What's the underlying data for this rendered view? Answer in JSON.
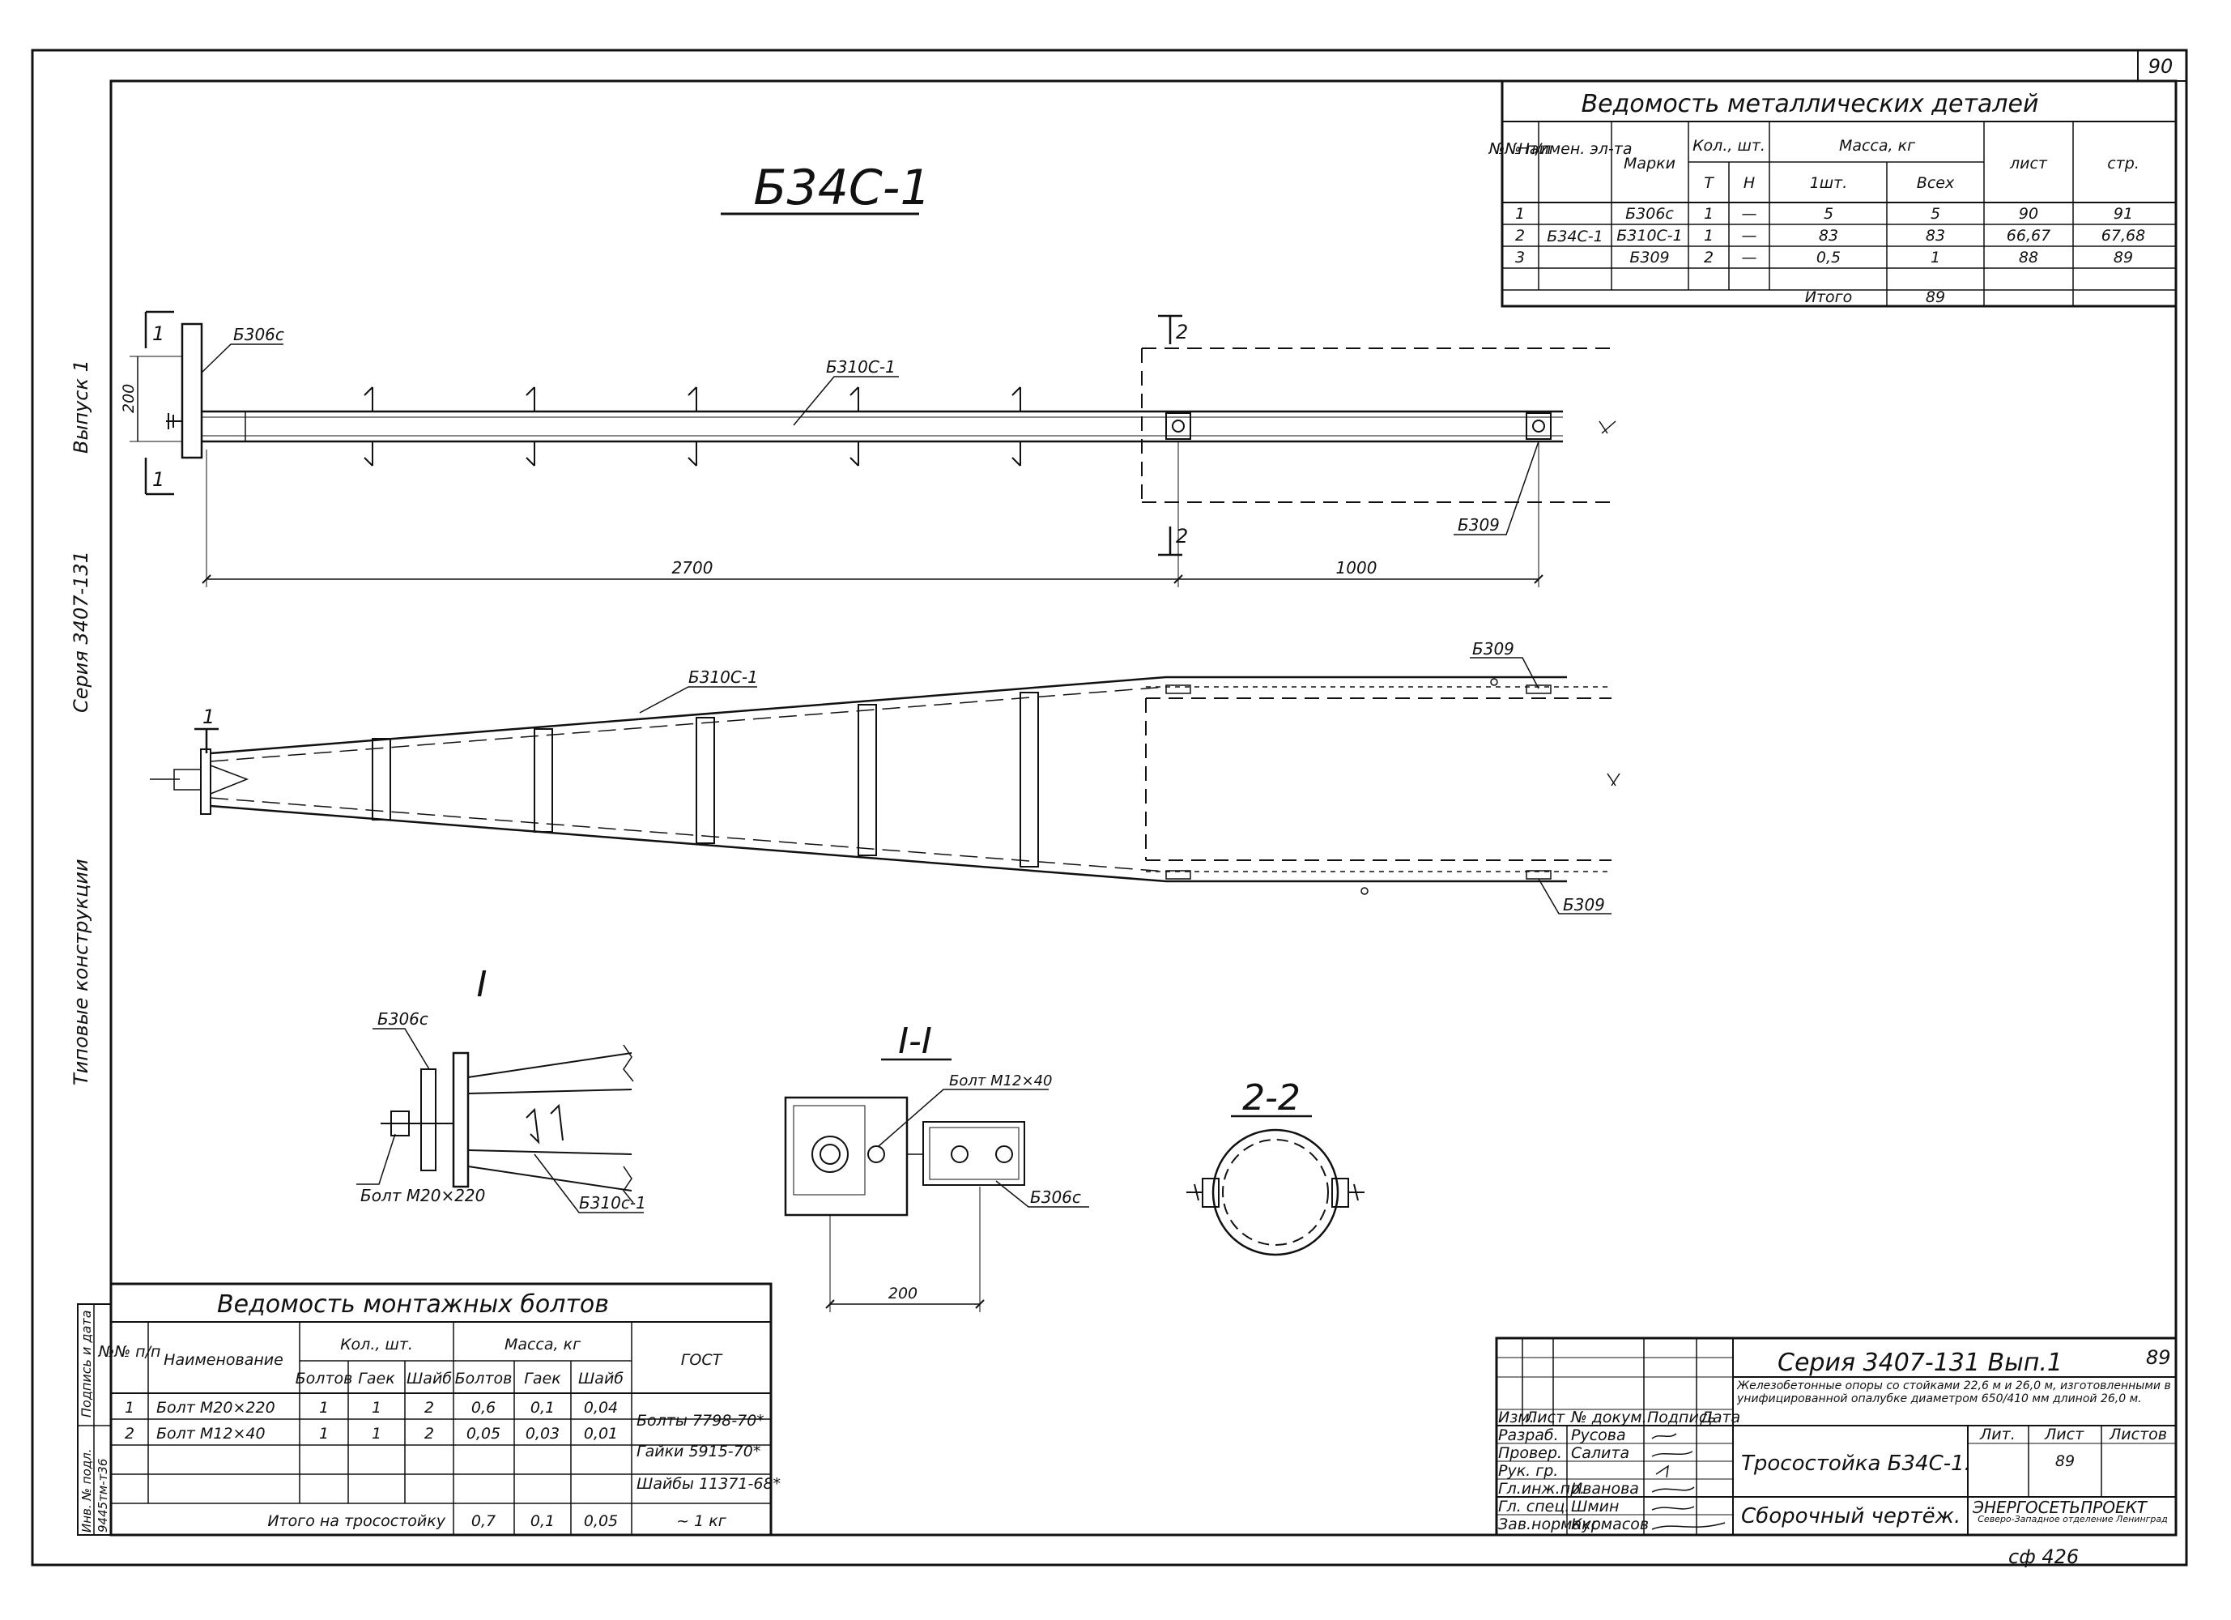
{
  "sheet_number": "90",
  "main_title": "Б34С-1",
  "side_labels": {
    "issue": "Выпуск 1",
    "series": "Серия 3407-131",
    "type": "Типовые конструкции"
  },
  "details_table": {
    "title": "Ведомость металлических деталей",
    "headers": {
      "num": "№№ п/п",
      "name": "Наимен. эл-та",
      "mark": "Марки",
      "qty": "Кол., шт.",
      "qty_t": "Т",
      "qty_n": "Н",
      "mass": "Масса, кг",
      "mass_one": "1шт.",
      "mass_all": "Всех",
      "sheet": "лист",
      "page": "стр."
    },
    "element_name": "Б34С-1",
    "rows": [
      {
        "num": "1",
        "mark": "Б306с",
        "t": "1",
        "n": "—",
        "one": "5",
        "all": "5",
        "sheet": "90",
        "page": "91"
      },
      {
        "num": "2",
        "mark": "Б310С-1",
        "t": "1",
        "n": "—",
        "one": "83",
        "all": "83",
        "sheet": "66,67",
        "page": "67,68"
      },
      {
        "num": "3",
        "mark": "Б309",
        "t": "2",
        "n": "—",
        "one": "0,5",
        "all": "1",
        "sheet": "88",
        "page": "89"
      }
    ],
    "total_label": "Итого",
    "total_value": "89"
  },
  "callouts": {
    "b306c": "Б306с",
    "b310c1": "Б310С-1",
    "b309": "Б309",
    "b310c1_lower": "Б310с-1",
    "bolt_m20": "Болт М20×220",
    "bolt_m12": "Болт М12×40"
  },
  "dims": {
    "d200": "200",
    "d2700": "2700",
    "d1000": "1000",
    "d200_section": "200"
  },
  "section_marks": {
    "one": "1",
    "two": "2",
    "view_I": "I",
    "section_II": "I-I",
    "section_22": "2-2"
  },
  "bolts_table": {
    "title": "Ведомость монтажных болтов",
    "headers": {
      "num": "№№ п/п",
      "name": "Наименование",
      "qty": "Кол., шт.",
      "q_bolt": "Болтов",
      "q_nut": "Гаек",
      "q_washer": "Шайб",
      "mass": "Масса, кг",
      "m_bolt": "Болтов",
      "m_nut": "Гаек",
      "m_washer": "Шайб",
      "gost": "ГОСТ"
    },
    "rows": [
      {
        "num": "1",
        "name": "Болт М20×220",
        "qb": "1",
        "qn": "1",
        "qw": "2",
        "mb": "0,6",
        "mn": "0,1",
        "mw": "0,04",
        "gost": "Болты 7798-70*"
      },
      {
        "num": "2",
        "name": "Болт М12×40",
        "qb": "1",
        "qn": "1",
        "qw": "2",
        "mb": "0,05",
        "mn": "0,03",
        "mw": "0,01",
        "gost": "Гайки 5915-70*"
      }
    ],
    "gost_extra": "Шайбы 11371-68*",
    "total_label": "Итого на тросостойку",
    "total_mb": "0,7",
    "total_mn": "0,1",
    "total_mw": "0,05",
    "total_mass": "~ 1 кг"
  },
  "left_strip": {
    "inv": "Инв. № подл.",
    "inv_val": "9445тм-т36",
    "sign": "Подпись и дата"
  },
  "title_block": {
    "series": "Серия 3407-131 Вып.1",
    "page_no": "89",
    "description": "Железобетонные опоры со стойками 22,6 м и 26,0 м, изготовленными в унифицированной опалубке диаметром 650/410 мм длиной 26,0 м.",
    "col_headers": [
      "Изм.",
      "Лист",
      "№ докум.",
      "Подпись",
      "Дата"
    ],
    "roles": [
      {
        "role": "Разраб.",
        "name": "Русова"
      },
      {
        "role": "Провер.",
        "name": "Салита"
      },
      {
        "role": "Рук. гр.",
        "name": ""
      },
      {
        "role": "Гл.инж.пр.",
        "name": "Иванова"
      },
      {
        "role": "Гл. спец.",
        "name": "Шмин"
      },
      {
        "role": "Зав.нормакс",
        "name": "Курмасов"
      }
    ],
    "name1": "Тросостойка Б34С-1.",
    "name2": "Сборочный чертёж.",
    "stage_label": "Лит.",
    "sheet_label": "Лист",
    "sheets_label": "Листов",
    "sheet_value": "89",
    "org": "ЭНЕРГОСЕТЬПРОЕКТ",
    "org_sub": "Северо-Западное отделение Ленинград",
    "format": "сф 426"
  }
}
